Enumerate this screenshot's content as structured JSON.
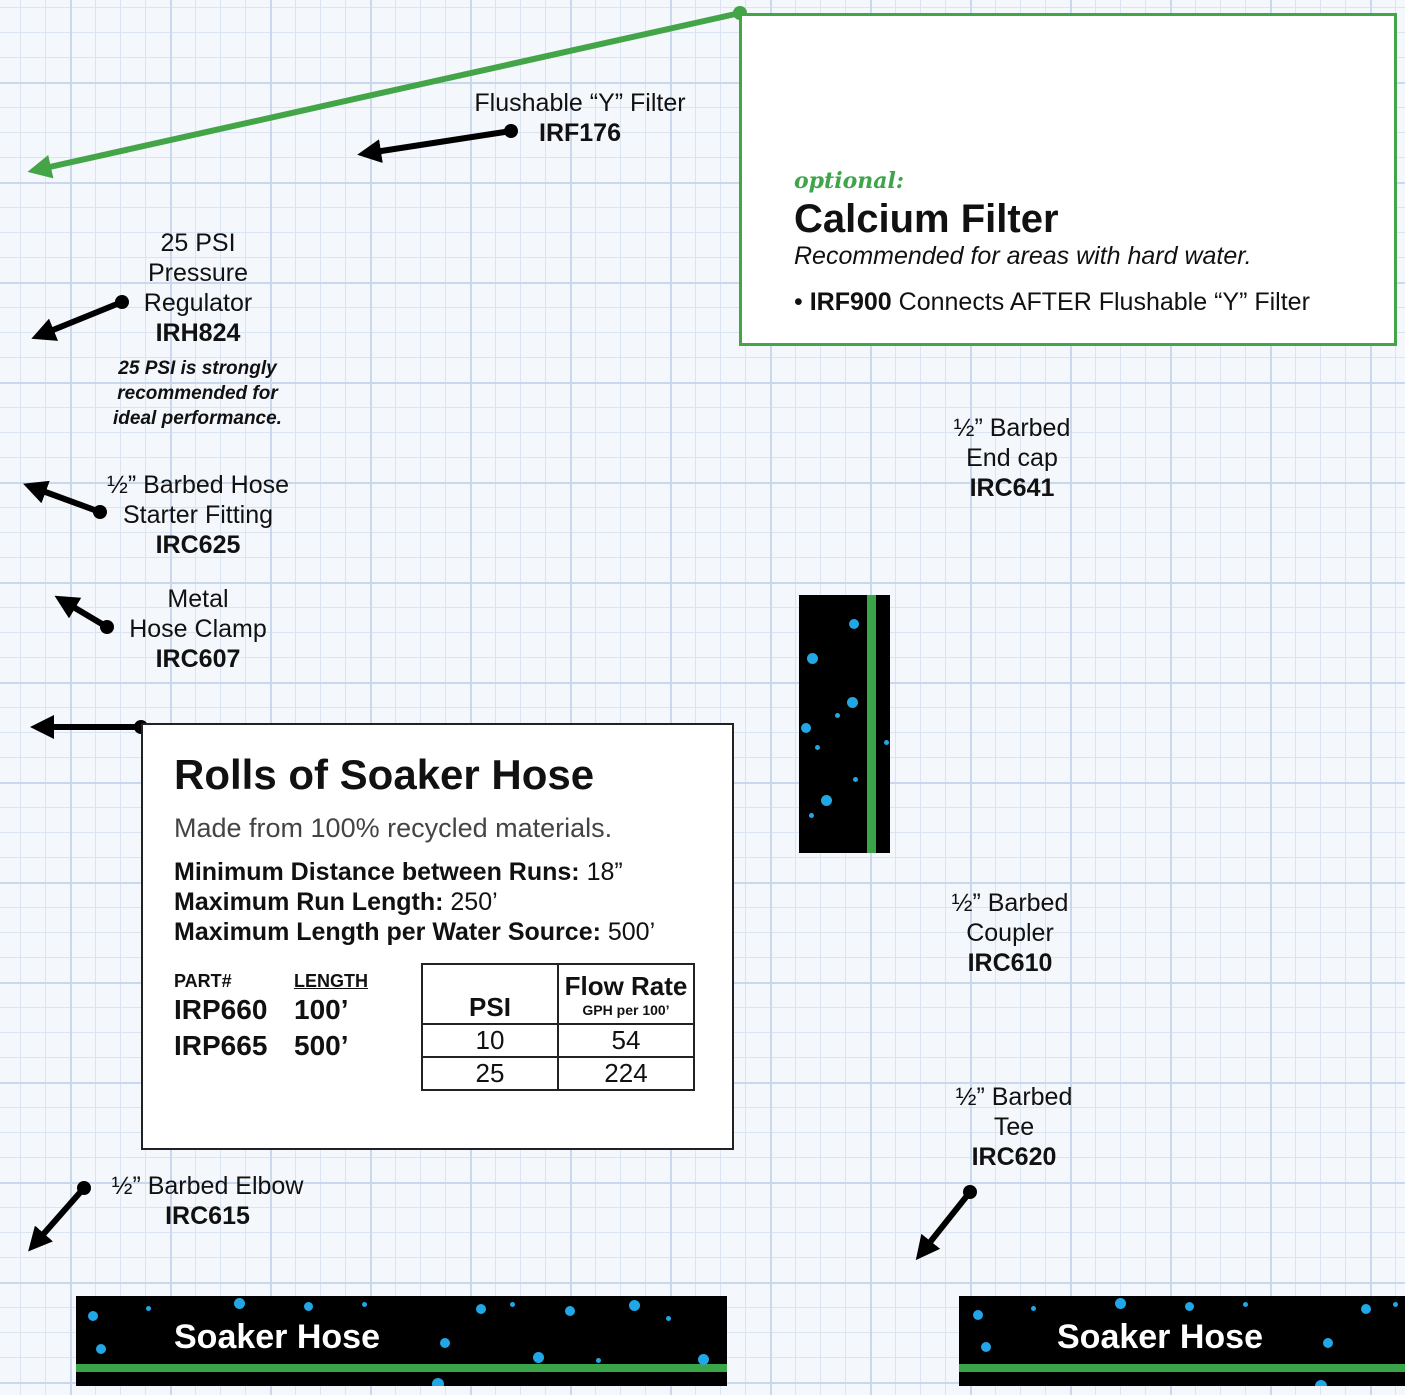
{
  "labels": {
    "y_filter": {
      "name": "Flushable “Y” Filter",
      "code": "IRF176"
    },
    "regulator": {
      "line1": "25 PSI",
      "line2": "Pressure",
      "line3": "Regulator",
      "code": "IRH824",
      "note1": "25 PSI is strongly",
      "note2": "recommended for",
      "note3": "ideal performance."
    },
    "starter": {
      "line1": "½” Barbed Hose",
      "line2": "Starter Fitting",
      "code": "IRC625"
    },
    "clamp": {
      "line1": "Metal",
      "line2": "Hose Clamp",
      "code": "IRC607"
    },
    "end_cap": {
      "line1": "½” Barbed",
      "line2": "End cap",
      "code": "IRC641"
    },
    "coupler": {
      "line1": "½” Barbed",
      "line2": "Coupler",
      "code": "IRC610"
    },
    "tee": {
      "line1": "½” Barbed",
      "line2": "Tee",
      "code": "IRC620"
    },
    "elbow": {
      "name": "½” Barbed Elbow",
      "code": "IRC615"
    }
  },
  "calcium": {
    "optional": "optional:",
    "title": "Calcium Filter",
    "subtitle": "Recommended for areas with hard water.",
    "bullet": "•",
    "bullet_code": "IRF900",
    "bullet_text": "Connects AFTER Flushable “Y” Filter"
  },
  "rolls": {
    "title": "Rolls of Soaker Hose",
    "made": "Made from 100% recycled materials.",
    "specs": [
      {
        "label": "Minimum Distance between Runs:",
        "value": "18”"
      },
      {
        "label": "Maximum Run Length:",
        "value": "250’"
      },
      {
        "label": "Maximum Length per Water Source:",
        "value": "500’"
      }
    ],
    "parts_header": [
      "PART#",
      "LENGTH"
    ],
    "parts": [
      {
        "part": "IRP660",
        "length": "100’"
      },
      {
        "part": "IRP665",
        "length": "500’"
      }
    ],
    "flow_header": {
      "psi": "PSI",
      "rate": "Flow Rate",
      "rate_sub": "GPH per 100’"
    },
    "flow_rows": [
      {
        "psi": "10",
        "rate": "54"
      },
      {
        "psi": "25",
        "rate": "224"
      }
    ]
  },
  "hose_label": "Soaker Hose",
  "colors": {
    "green": "#43a547",
    "blue_dot": "#21a6e6",
    "arrow": "#000000"
  }
}
